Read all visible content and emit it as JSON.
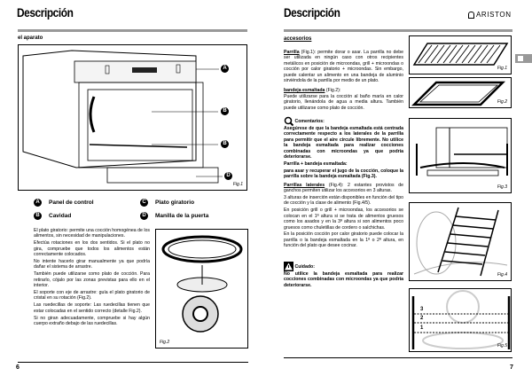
{
  "left": {
    "title": "Descripción",
    "subtitle": "el aparato",
    "fig1": {
      "label": "Fig.1",
      "callouts": [
        "A",
        "B",
        "B",
        "D"
      ]
    },
    "legend": [
      {
        "letter": "A",
        "label": "Panel de control"
      },
      {
        "letter": "B",
        "label": "Cavidad"
      },
      {
        "letter": "C",
        "label": "Plato giratorio"
      },
      {
        "letter": "D",
        "label": "Manilla de la puerta"
      }
    ],
    "paragraphs": [
      "El plato giratorio: permite una cocción homogénea de los alimentos, sin necesidad de manipulaciones.",
      "Efectúa rotaciones en los dos sentidos. Si el plato no gira, compruebe que todos los alimentos están correctamente colocados.",
      "No intente hacerlo girar manualmente ya que podría dañar el sistema de arrastre.",
      "También puede utilizarse como plato de cocción. Para retirarlo, cójalo por las zonas previstas para ello en el interior.",
      "El soporte con eje de arrastre: guía el plato giratorio de cristal en su rotación (Fig.2).",
      "Las ruedecillas de soporte: Las ruedecillas tienen que estar colocadas en el sentido correcto (detalle Fig.2).",
      "Si no giran adecuadamente, compruebe si hay algún cuerpo extraño debajo de las ruedecillas."
    ],
    "fig2_label": "Fig.2",
    "page_number": "6"
  },
  "right": {
    "title": "Descripción",
    "brand": "ARISTON",
    "subtitle": "accesorios",
    "parrilla_term": "Parrilla",
    "parrilla_text": " (Fig.1): permite dorar o asar. La parrilla no debe ser utilizada en ningún caso con otros recipientes metálicos en posición de microondas, grill + microondas o cocción por calor giratorio + microondas. Sin embargo, puede calentar un alimento en una bandeja de aluminio sirviéndola de la parrilla por medio de un plato.",
    "bandeja_term": "bandeja esmaltada",
    "bandeja_ref": " (Fig.2):",
    "bandeja_text": "Puede utilizarse para la cocción al baño maría en calor giratorio, llenándola de agua a media altura. También puede utilizarse como plato de cocción.",
    "comment_title": "Comentarios:",
    "comment_text": "Asegúrese de que la bandeja esmaltada está centrada correctamente respecto a los laterales de la parrilla para permitir que el aire circule libremente. No utilice la bandeja esmaltada para realizar cocciones combinadas con microondas ya que podría deteriorarse.",
    "combo_title": "Parrilla + bandeja esmaltada:",
    "combo_text": "para asar y recuperar el jugo de la cocción, coloque la parrilla sobre la bandeja esmaltada (Fig.3).",
    "laterales_term": "Parrillas laterales",
    "laterales_text": " (Fig.4): 2 estantes provistos de ganchos permiten utilizar los accesorios en 3 alturas.",
    "paragraphs": [
      "3 alturas de inserción están disponibles en función del tipo de cocción y la clase de alimento (Fig.4/5).",
      "En posición grill o grill + microondas, los accesorios se colocan en el 1ª altura si se trata de alimentos gruesos como los asados y en la 3ª altura si son alimentos poco gruesos como chuletillas de cordero o salchichas.",
      "En la posición cocción por calor giratorio puede colocar la parrilla o la bandeja esmaltada en la 1ª o 2ª altura, en función del plato que desee cocinar."
    ],
    "warning_title": "Cuidado:",
    "warning_text": "No utilice la bandeja esmaltada para realizar cocciones combinadas con microondas ya que podría deteriorarse.",
    "figs": [
      "Fig.1",
      "Fig.2",
      "Fig.3",
      "Fig.4",
      "Fig.5"
    ],
    "fig5_levels": [
      "3",
      "2",
      "1"
    ],
    "page_number": "7"
  }
}
